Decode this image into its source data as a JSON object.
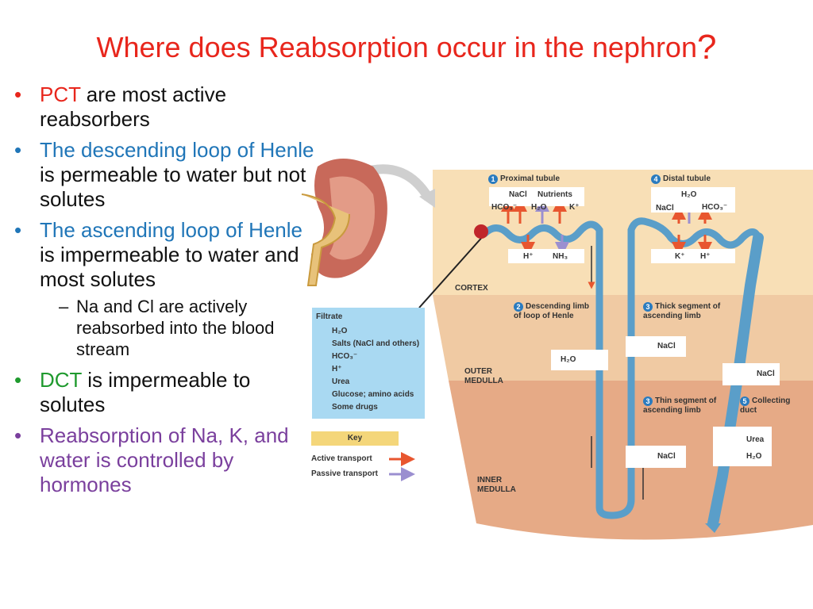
{
  "title": {
    "text": "Where does Reabsorption occur in the nephron",
    "mark": "?"
  },
  "bullets": {
    "b1": {
      "hl": "PCT",
      "rest": " are most active reabsorbers"
    },
    "b2": {
      "hl": "The descending loop of Henle",
      "rest": " is permeable to water but not solutes"
    },
    "b3": {
      "hl": "The ascending loop of Henle",
      "rest": " is impermeable to water and most solutes"
    },
    "sub": "Na and Cl are actively reabsorbed into the blood stream",
    "b4": {
      "hl": "DCT",
      "rest": " is impermeable to solutes"
    },
    "b5": "Reabsorption of Na, K, and water is controlled by hormones"
  },
  "diagram": {
    "zones": {
      "cortex": "CORTEX",
      "outer": "OUTER MEDULLA",
      "inner": "INNER MEDULLA"
    },
    "proximal": {
      "num": "1",
      "label": "Proximal tubule",
      "nacl": "NaCl",
      "nutrients": "Nutrients",
      "hco3": "HCO₃⁻",
      "h2o": "H₂O",
      "k": "K⁺",
      "h": "H⁺",
      "nh3": "NH₃"
    },
    "distal": {
      "num": "4",
      "label": "Distal tubule",
      "h2o": "H₂O",
      "nacl": "NaCl",
      "hco3": "HCO₃⁻",
      "k": "K⁺",
      "h": "H⁺"
    },
    "descending": {
      "num": "2",
      "label": "Descending limb of loop of Henle",
      "h2o": "H₂O"
    },
    "thick": {
      "num": "3",
      "label": "Thick segment of ascending limb",
      "nacl": "NaCl"
    },
    "thin": {
      "num": "3",
      "label": "Thin segment of ascending limb",
      "nacl": "NaCl"
    },
    "collecting": {
      "num": "5",
      "label": "Collecting duct",
      "nacl": "NaCl",
      "urea": "Urea",
      "h2o": "H₂O"
    },
    "filtrate": {
      "title": "Filtrate",
      "items": [
        "H₂O",
        "Salts (NaCl and others)",
        "HCO₃⁻",
        "H⁺",
        "Urea",
        "Glucose; amino acids",
        "Some drugs"
      ]
    },
    "key": {
      "title": "Key",
      "active": "Active transport",
      "passive": "Passive transport"
    },
    "colors": {
      "active": "#e8562f",
      "passive": "#9b8fd0",
      "tubule": "#5a9ec9",
      "cortex": "#f8dfb6",
      "outer": "#f0caa3",
      "inner": "#e6aa86",
      "filtrate": "#a9d9f2",
      "keybox": "#f4d67a"
    }
  }
}
